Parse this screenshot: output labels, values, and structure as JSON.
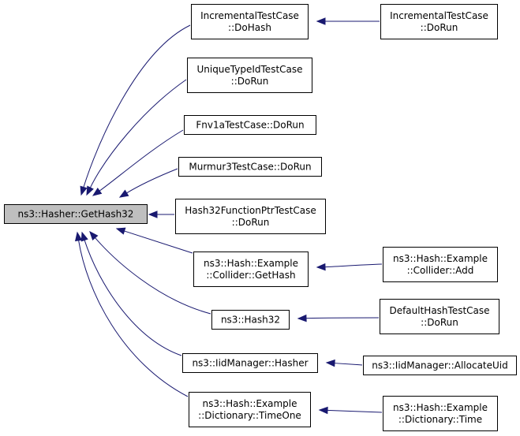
{
  "nodes": [
    {
      "id": "root",
      "lines": [
        "ns3::Hasher::GetHash32"
      ]
    },
    {
      "id": "inc_dohash",
      "lines": [
        "IncrementalTestCase",
        "::DoHash"
      ]
    },
    {
      "id": "inc_dorun",
      "lines": [
        "IncrementalTestCase",
        "::DoRun"
      ]
    },
    {
      "id": "unique_dorun",
      "lines": [
        "UniqueTypeIdTestCase",
        "::DoRun"
      ]
    },
    {
      "id": "fnv_dorun",
      "lines": [
        "Fnv1aTestCase::DoRun"
      ]
    },
    {
      "id": "murmur_dorun",
      "lines": [
        "Murmur3TestCase::DoRun"
      ]
    },
    {
      "id": "fptr_dorun",
      "lines": [
        "Hash32FunctionPtrTestCase",
        "::DoRun"
      ]
    },
    {
      "id": "coll_gethash",
      "lines": [
        "ns3::Hash::Example",
        "::Collider::GetHash"
      ]
    },
    {
      "id": "coll_add",
      "lines": [
        "ns3::Hash::Example",
        "::Collider::Add"
      ]
    },
    {
      "id": "hash32",
      "lines": [
        "ns3::Hash32"
      ]
    },
    {
      "id": "default_dorun",
      "lines": [
        "DefaultHashTestCase",
        "::DoRun"
      ]
    },
    {
      "id": "iid_hasher",
      "lines": [
        "ns3::IidManager::Hasher"
      ]
    },
    {
      "id": "iid_allocate",
      "lines": [
        "ns3::IidManager::AllocateUid"
      ]
    },
    {
      "id": "dict_timeone",
      "lines": [
        "ns3::Hash::Example",
        "::Dictionary::TimeOne"
      ]
    },
    {
      "id": "dict_time",
      "lines": [
        "ns3::Hash::Example",
        "::Dictionary::Time"
      ]
    }
  ],
  "edges": [
    {
      "from": "inc_dohash",
      "to": "root"
    },
    {
      "from": "unique_dorun",
      "to": "root"
    },
    {
      "from": "fnv_dorun",
      "to": "root"
    },
    {
      "from": "murmur_dorun",
      "to": "root"
    },
    {
      "from": "fptr_dorun",
      "to": "root"
    },
    {
      "from": "coll_gethash",
      "to": "root"
    },
    {
      "from": "hash32",
      "to": "root"
    },
    {
      "from": "iid_hasher",
      "to": "root"
    },
    {
      "from": "dict_timeone",
      "to": "root"
    },
    {
      "from": "inc_dorun",
      "to": "inc_dohash"
    },
    {
      "from": "coll_add",
      "to": "coll_gethash"
    },
    {
      "from": "default_dorun",
      "to": "hash32"
    },
    {
      "from": "iid_allocate",
      "to": "iid_hasher"
    },
    {
      "from": "dict_time",
      "to": "dict_timeone"
    }
  ],
  "colors": {
    "edge": "#191970",
    "root_fill": "#bfbfbf",
    "node_fill": "#ffffff",
    "border": "#000000"
  }
}
